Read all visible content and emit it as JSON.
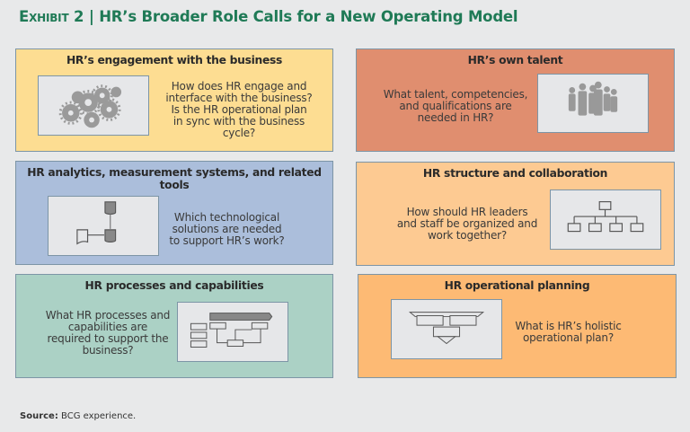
{
  "header": {
    "exhibit": "Exhibit 2",
    "separator": "|",
    "title": "HR’s Broader Role Calls for a New Operating Model"
  },
  "boxes": [
    {
      "heading": "HR’s engagement with the business",
      "question": "How does HR engage and interface with the business? Is the HR operational plan in sync with the business cycle?",
      "icon": "gears-icon",
      "color": "#fddd92"
    },
    {
      "heading": "HR’s own talent",
      "question": "What talent, competencies, and qualifications are needed in HR?",
      "icon": "people-icon",
      "color": "#e08e6f"
    },
    {
      "heading": "HR analytics, measurement systems, and related tools",
      "question": "Which technological solutions are needed to support HR’s work?",
      "icon": "database-icon",
      "color": "#abbedb"
    },
    {
      "heading": "HR structure and collaboration",
      "question": "How should HR leaders and staff be organized and work together?",
      "icon": "org-chart-icon",
      "color": "#fdca92"
    },
    {
      "heading": "HR processes and capabilities",
      "question": "What HR processes and capabilities are required to support the business?",
      "icon": "process-flow-icon",
      "color": "#abd1c5"
    },
    {
      "heading": "HR operational planning",
      "question": "What is HR’s holistic operational plan?",
      "icon": "funnel-plan-icon",
      "color": "#fdba74"
    }
  ],
  "footer": {
    "source_label": "Source:",
    "source_text": "BCG experience."
  }
}
